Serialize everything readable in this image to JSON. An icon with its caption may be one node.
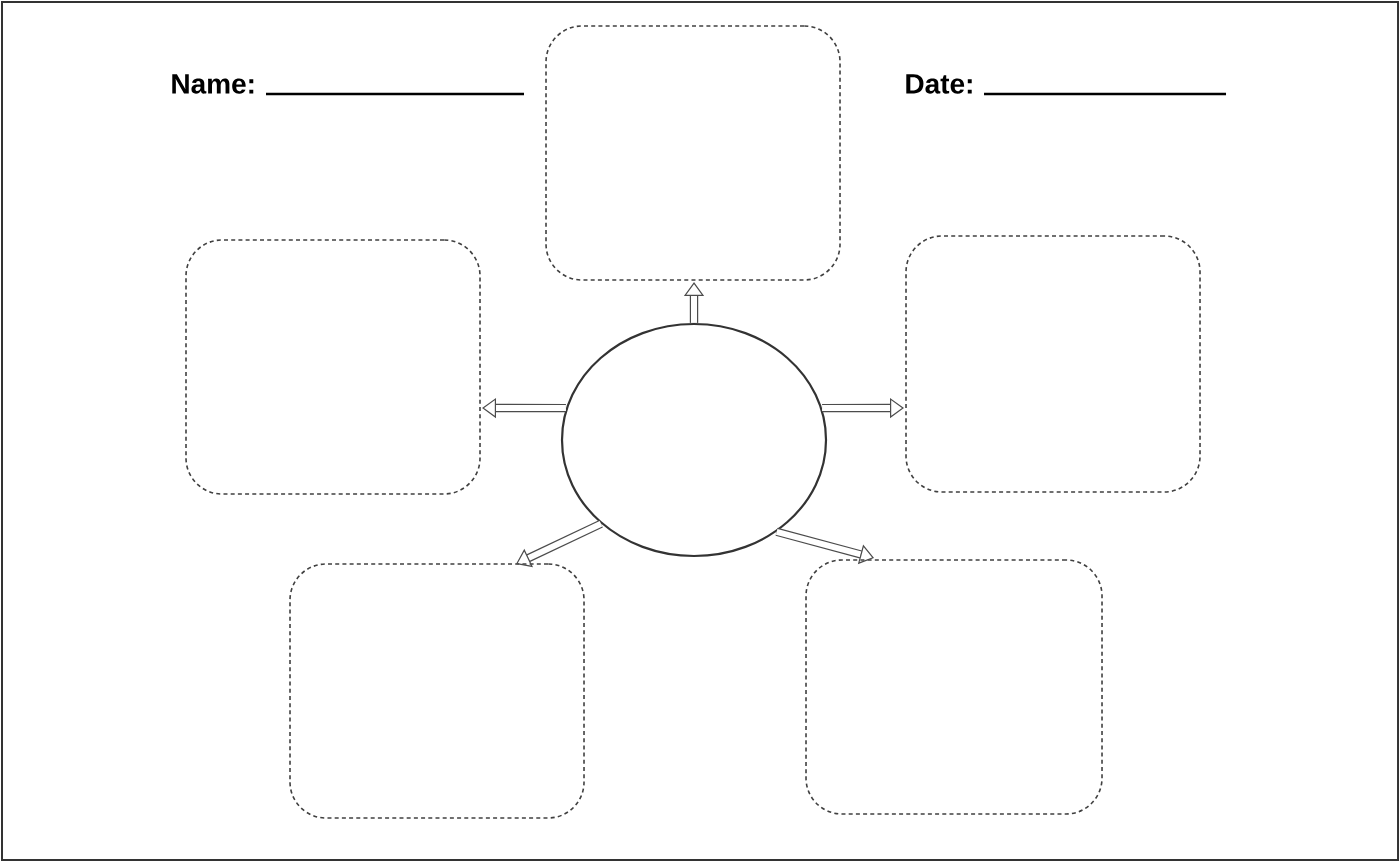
{
  "diagram": {
    "nodes": [
      {
        "text": [],
        "shape": "box"
      },
      {
        "text": [],
        "shape": "box"
      },
      {
        "text": [],
        "shape": "circle"
      },
      {
        "text": [],
        "shape": "box"
      },
      {
        "text": [],
        "shape": "box"
      },
      {
        "text": [],
        "shape": "box"
      }
    ],
    "edges": [
      {
        "from": 2,
        "to": 0,
        "arrow": "to"
      },
      {
        "from": 2,
        "to": 1,
        "arrow": "to"
      },
      {
        "from": 2,
        "to": 3,
        "arrow": "to"
      },
      {
        "from": 2,
        "to": 4,
        "arrow": "to"
      },
      {
        "from": 2,
        "to": 5,
        "arrow": "to"
      }
    ],
    "labels": [
      "Name:",
      "Date:"
    ]
  }
}
